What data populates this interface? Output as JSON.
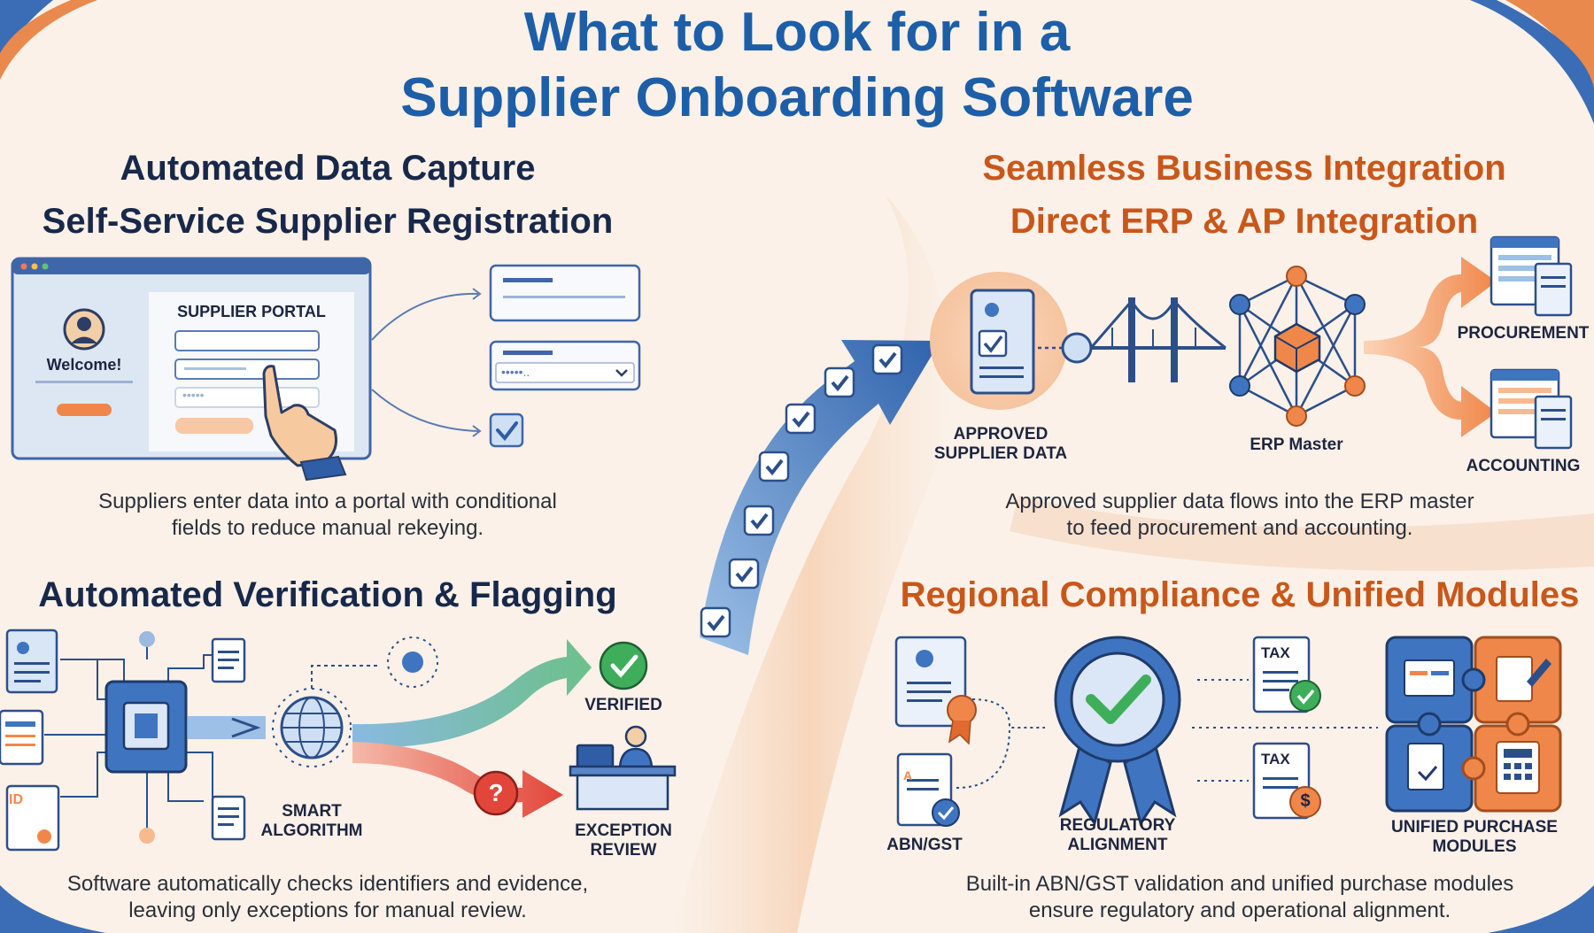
{
  "title": {
    "line1": "What to Look for in a",
    "line2": "Supplier Onboarding Software"
  },
  "left_top": {
    "heading": "Automated Data Capture",
    "subheading": "Self-Service Supplier Registration",
    "portal_label": "SUPPLIER PORTAL",
    "welcome": "Welcome!",
    "password_mask": "•••••",
    "select_mask": "•••••..",
    "description_line1": "Suppliers enter data into a portal with conditional",
    "description_line2": "fields to reduce manual rekeying."
  },
  "left_bottom": {
    "heading": "Automated Verification & Flagging",
    "algorithm_line1": "SMART",
    "algorithm_line2": "ALGORITHM",
    "verified": "VERIFIED",
    "exception_line1": "EXCEPTION",
    "exception_line2": "REVIEW",
    "question_mark": "?",
    "id_tag": "ID",
    "description_line1": "Software automatically checks identifiers and evidence,",
    "description_line2": "leaving only exceptions for manual review."
  },
  "right_top": {
    "heading": "Seamless Business Integration",
    "subheading": "Direct ERP & AP Integration",
    "approved_line1": "APPROVED",
    "approved_line2": "SUPPLIER DATA",
    "erp": "ERP Master",
    "procurement": "PROCUREMENT",
    "accounting": "ACCOUNTING",
    "description_line1": "Approved supplier data flows into the ERP master",
    "description_line2": "to feed procurement and accounting."
  },
  "right_bottom": {
    "heading": "Regional Compliance & Unified Modules",
    "abn": "ABN/GST",
    "reg_line1": "REGULATORY",
    "reg_line2": "ALIGNMENT",
    "tax1": "TAX",
    "tax2": "TAX",
    "dollar": "$",
    "unified_line1": "UNIFIED PURCHASE",
    "unified_line2": "MODULES",
    "description_line1": "Built-in ABN/GST validation and unified purchase modules",
    "description_line2": "ensure regulatory and operational alignment."
  },
  "colors": {
    "title_blue": "#1d5ea8",
    "heading_navy": "#17284a",
    "heading_orange": "#c9571a",
    "accent_orange": "#f0874a",
    "accent_blue": "#3f74c0",
    "verified_green": "#3fae5a",
    "exception_red": "#e2463a"
  },
  "icons": [
    "avatar-icon",
    "pointer-hand-icon",
    "checkbox-icon",
    "chip-icon",
    "globe-network-icon",
    "check-circle-icon",
    "question-circle-icon",
    "reviewer-desk-icon",
    "document-icon",
    "bridge-icon",
    "erp-network-icon",
    "spreadsheet-icon",
    "badge-ribbon-icon",
    "tax-document-icon",
    "puzzle-modules-icon"
  ]
}
